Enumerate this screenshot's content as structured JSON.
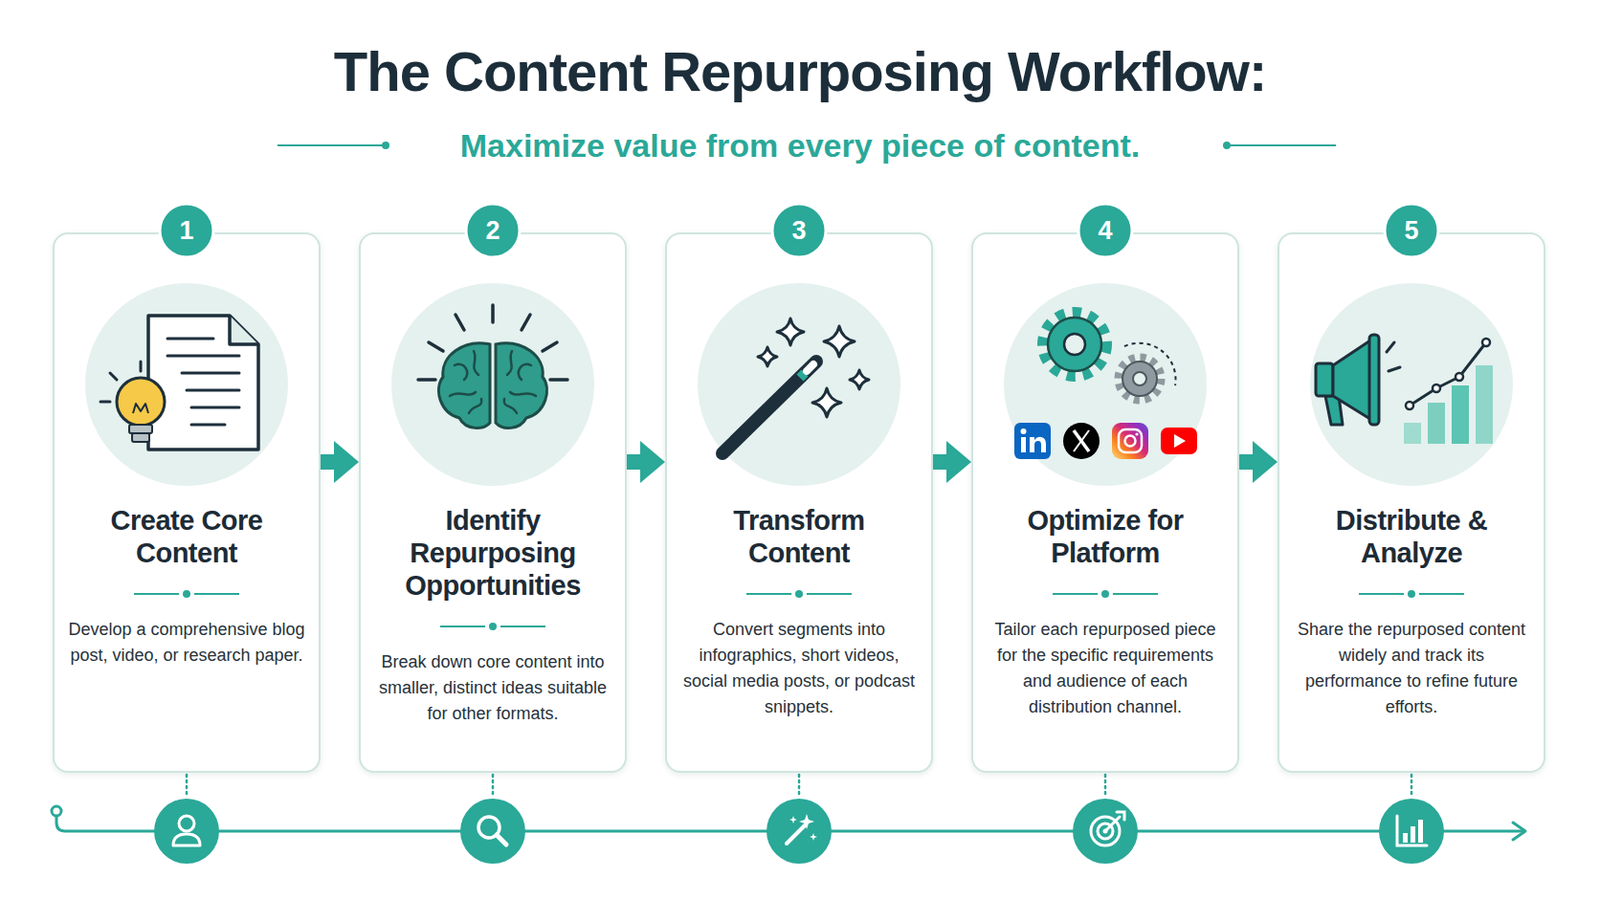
{
  "diagram": {
    "title": "The Content Repurposing Workflow:",
    "nodes": [
      {
        "text": [
          "Create Core Content",
          "Develop a comprehensive blog post, video, or research paper."
        ]
      },
      {
        "text": [
          "Identify Repurposing Opportunities",
          "Break down core content into smaller, distinct ideas suitable for other formats."
        ]
      },
      {
        "text": [
          "Transform Content",
          "Convert segments into infographics, short videos, social media posts, or podcast snippets."
        ]
      },
      {
        "text": [
          "Optimize for Platform",
          "Tailor each repurposed piece for the specific requirements and audience of each distribution channel."
        ]
      },
      {
        "text": [
          "Distribute & Analyze",
          "Share the repurposed content widely and track its performance to refine future efforts."
        ]
      }
    ],
    "edges": [
      {
        "from": 0,
        "to": 1,
        "arrow": "to"
      },
      {
        "from": 1,
        "to": 2,
        "arrow": "to"
      },
      {
        "from": 2,
        "to": 3,
        "arrow": "to"
      },
      {
        "from": 3,
        "to": 4,
        "arrow": "to"
      }
    ],
    "labels": [
      "Maximize value from every piece of content.",
      "1",
      "2",
      "3",
      "4",
      "5"
    ]
  }
}
